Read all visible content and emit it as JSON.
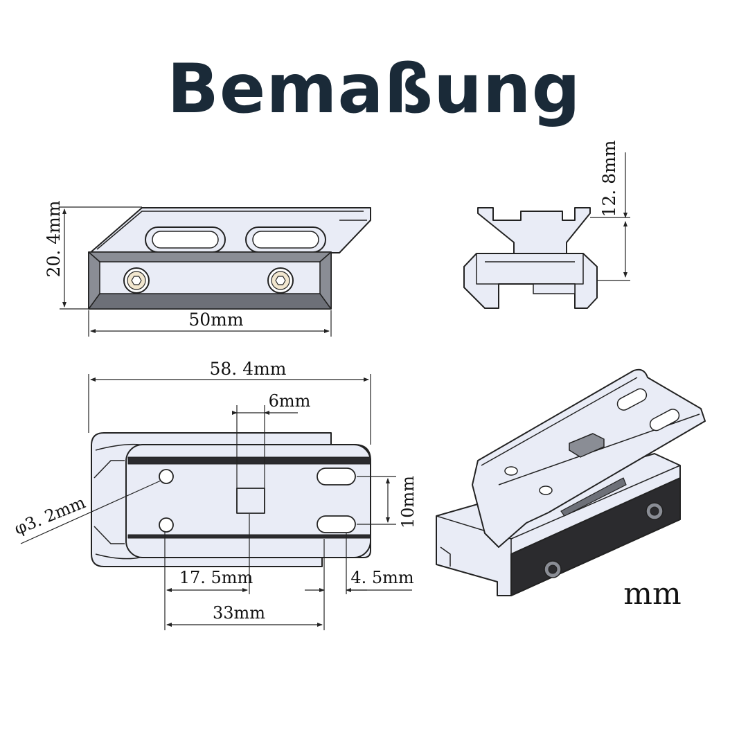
{
  "title": "Bemaßung",
  "unit_note": "mm",
  "colors": {
    "title": "#1a2a38",
    "line": "#222222",
    "fill": "#e9ecf6",
    "shade": "#6d7078",
    "dark": "#2b2b2e"
  },
  "dimensions": {
    "side_height": "20. 4mm",
    "side_length": "50mm",
    "front_height": "12. 8mm",
    "top_total": "58. 4mm",
    "slot_offset": "6mm",
    "hole_diameter": "φ3. 2mm",
    "slot_spacing": "10mm",
    "hole_to_center": "17. 5mm",
    "slot_width": "4. 5mm",
    "hole_to_slot": "33mm"
  }
}
